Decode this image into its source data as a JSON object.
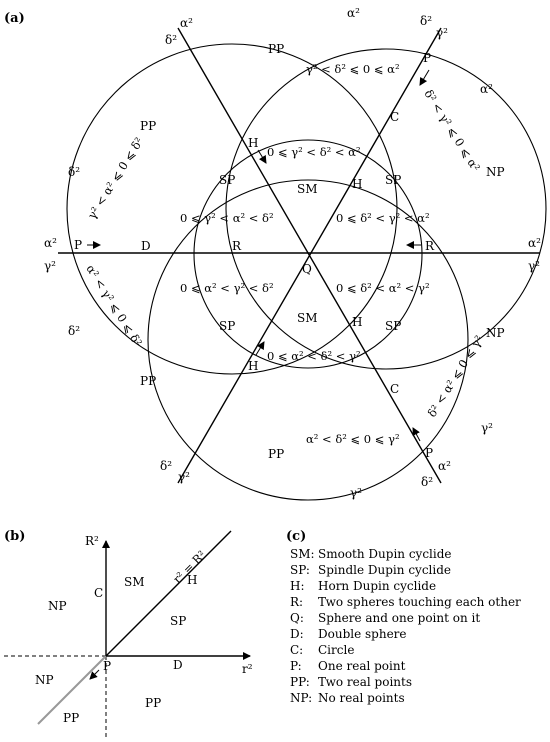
{
  "panel_a": {
    "label": "(a)",
    "greek": {
      "a2": "α²",
      "g2": "γ²",
      "d2": "δ²"
    },
    "regions": {
      "PP": "PP",
      "NP": "NP",
      "SP": "SP",
      "SM": "SM",
      "H": "H",
      "C": "C",
      "D": "D",
      "R": "R",
      "Q": "Q",
      "P": "P"
    },
    "inequalities": {
      "top_right_outer": "γ² < δ² ⩽ 0 ⩽ α²",
      "right_upper_outer": "δ² < γ² ⩽ 0 ⩽ α²",
      "left_upper_outer": "γ² < α² ⩽ 0 ⩽ δ²",
      "left_lower_outer": "α² < γ² ⩽ 0 ⩽ δ²",
      "right_lower_outer": "δ² < α² ⩽ 0 ⩽ γ²",
      "bottom_outer": "α² < δ² ⩽ 0 ⩽ γ²",
      "top_inner": "0 ⩽ γ² < δ² < α²",
      "upper_left_inner": "0 ⩽ γ² < α² < δ²",
      "upper_right_inner": "0 ⩽ δ² < γ² < α²",
      "lower_left_inner": "0 ⩽ α² < γ² < δ²",
      "lower_right_inner": "0 ⩽ δ² < α² < γ²",
      "bottom_inner": "0 ⩽ α² < δ² < γ²"
    }
  },
  "panel_b": {
    "label": "(b)",
    "axis_y": "R²",
    "axis_x": "r²",
    "diagonal": "r² = R²",
    "regions": [
      "NP",
      "C",
      "SM",
      "H",
      "SP",
      "NP",
      "P",
      "D",
      "PP",
      "PP"
    ]
  },
  "panel_c": {
    "label": "(c)",
    "legend": [
      {
        "key": "SM:",
        "desc": "Smooth Dupin cyclide"
      },
      {
        "key": "SP:",
        "desc": "Spindle Dupin cyclide"
      },
      {
        "key": "H:",
        "desc": "Horn Dupin cyclide"
      },
      {
        "key": "R:",
        "desc": "Two spheres touching each other"
      },
      {
        "key": "Q:",
        "desc": "Sphere and one point on it"
      },
      {
        "key": "D:",
        "desc": "Double sphere"
      },
      {
        "key": "C:",
        "desc": "Circle"
      },
      {
        "key": "P:",
        "desc": "One real point"
      },
      {
        "key": "PP:",
        "desc": "Two real points"
      },
      {
        "key": "NP:",
        "desc": "No real points"
      }
    ]
  }
}
